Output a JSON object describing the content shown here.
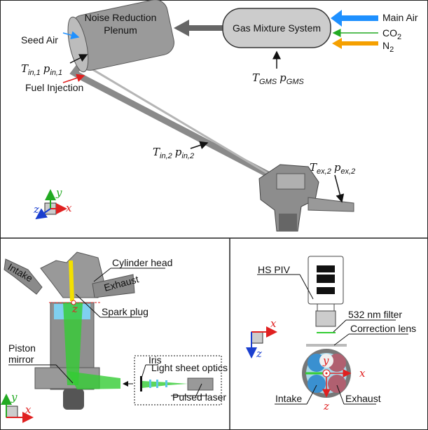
{
  "top": {
    "plenum": {
      "line1": "Noise Reduction",
      "line2": "Plenum"
    },
    "gms": "Gas Mixture System",
    "inputs": {
      "main_air": "Main Air",
      "co2": "CO",
      "co2_sub": "2",
      "n2": "N",
      "n2_sub": "2"
    },
    "seed_air": "Seed Air",
    "fuel_injection": "Fuel Injection",
    "symbols": {
      "T": "T",
      "p": "p"
    },
    "sensors": {
      "in1": "in,1",
      "gms": "GMS",
      "in2": "in,2",
      "ex2": "ex,2"
    },
    "axes": {
      "x": "x",
      "y": "y",
      "z": "z"
    }
  },
  "bottom_left": {
    "cylinder_head": "Cylinder head",
    "spark_plug": "Spark plug",
    "piston_mirror_1": "Piston",
    "piston_mirror_2": "mirror",
    "intake": "Intake",
    "exhaust": "Exhaust",
    "iris": "Iris",
    "light_sheet_optics": "Light sheet optics",
    "pulsed_laser": "Pulsed laser",
    "axes": {
      "x": "x",
      "y": "y",
      "z": "z"
    }
  },
  "bottom_right": {
    "hs_piv": "HS PIV",
    "filter": "532 nm filter",
    "correction_lens": "Correction lens",
    "intake": "Intake",
    "exhaust": "Exhaust",
    "axes": {
      "x": "x",
      "y": "y",
      "z": "z"
    }
  },
  "colors": {
    "air": "#1e90ff",
    "co2": "#22aa22",
    "n2": "#f5a000",
    "fuel": "#e02020",
    "laser": "#33cc33"
  }
}
